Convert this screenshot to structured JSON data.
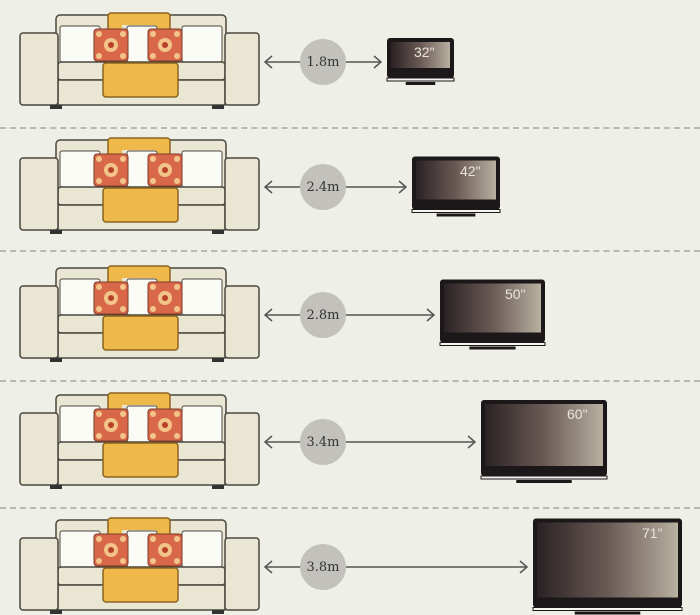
{
  "title": "Sofa to TV viewing distance guide",
  "rows": [
    {
      "distance": "1.8m",
      "tv_size": "32\"",
      "inches": 32
    },
    {
      "distance": "2.4m",
      "tv_size": "42\"",
      "inches": 42
    },
    {
      "distance": "2.8m",
      "tv_size": "50\"",
      "inches": 50
    },
    {
      "distance": "3.4m",
      "tv_size": "60\"",
      "inches": 60
    },
    {
      "distance": "3.8m",
      "tv_size": "71\"",
      "inches": 71
    }
  ],
  "colors": {
    "sofa": "#e9e7d3",
    "blanket": "#eeb94a",
    "pillow": "#d9684a",
    "tv": "#1c1819",
    "circle": "#c3c1bb"
  }
}
